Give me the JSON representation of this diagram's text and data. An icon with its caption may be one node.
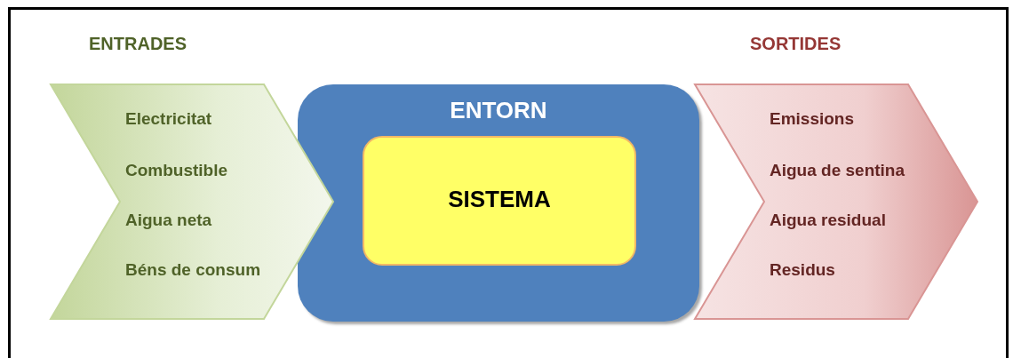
{
  "diagram": {
    "nodes": [
      {
        "text": [
          "ENTRADES",
          "Electricitat",
          "Combustible",
          "Aigua neta",
          "Béns de consum"
        ]
      },
      {
        "text": [
          "ENTORN"
        ]
      },
      {
        "text": [
          "SISTEMA"
        ],
        "in": 1
      },
      {
        "text": [
          "SORTIDES",
          "Emissions",
          "Aigua de sentina",
          "Aigua residual",
          "Residus"
        ]
      }
    ]
  }
}
